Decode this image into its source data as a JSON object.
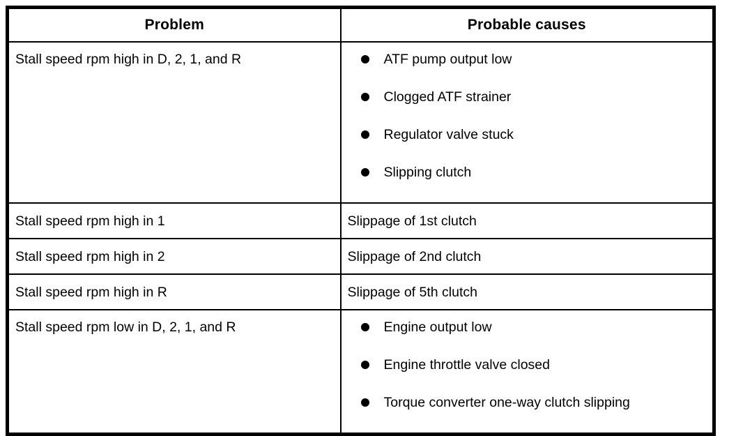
{
  "table": {
    "columns": [
      {
        "label": "Problem"
      },
      {
        "label": "Probable causes"
      }
    ],
    "rows": [
      {
        "problem": "Stall speed rpm high in D, 2, 1, and R",
        "causes": [
          "ATF pump output low",
          "Clogged ATF strainer",
          "Regulator valve stuck",
          "Slipping clutch"
        ],
        "bulleted": true
      },
      {
        "problem": "Stall speed rpm high in 1",
        "causes": [
          "Slippage of 1st clutch"
        ],
        "bulleted": false
      },
      {
        "problem": "Stall speed rpm high in 2",
        "causes": [
          "Slippage of 2nd clutch"
        ],
        "bulleted": false
      },
      {
        "problem": "Stall speed rpm high in R",
        "causes": [
          "Slippage of 5th clutch"
        ],
        "bulleted": false
      },
      {
        "problem": "Stall speed rpm low in D, 2, 1, and R",
        "causes": [
          "Engine output low",
          "Engine throttle valve closed",
          "Torque converter one-way clutch slipping"
        ],
        "bulleted": true
      }
    ],
    "colors": {
      "border": "#000000",
      "text": "#000000",
      "background": "#ffffff"
    }
  }
}
